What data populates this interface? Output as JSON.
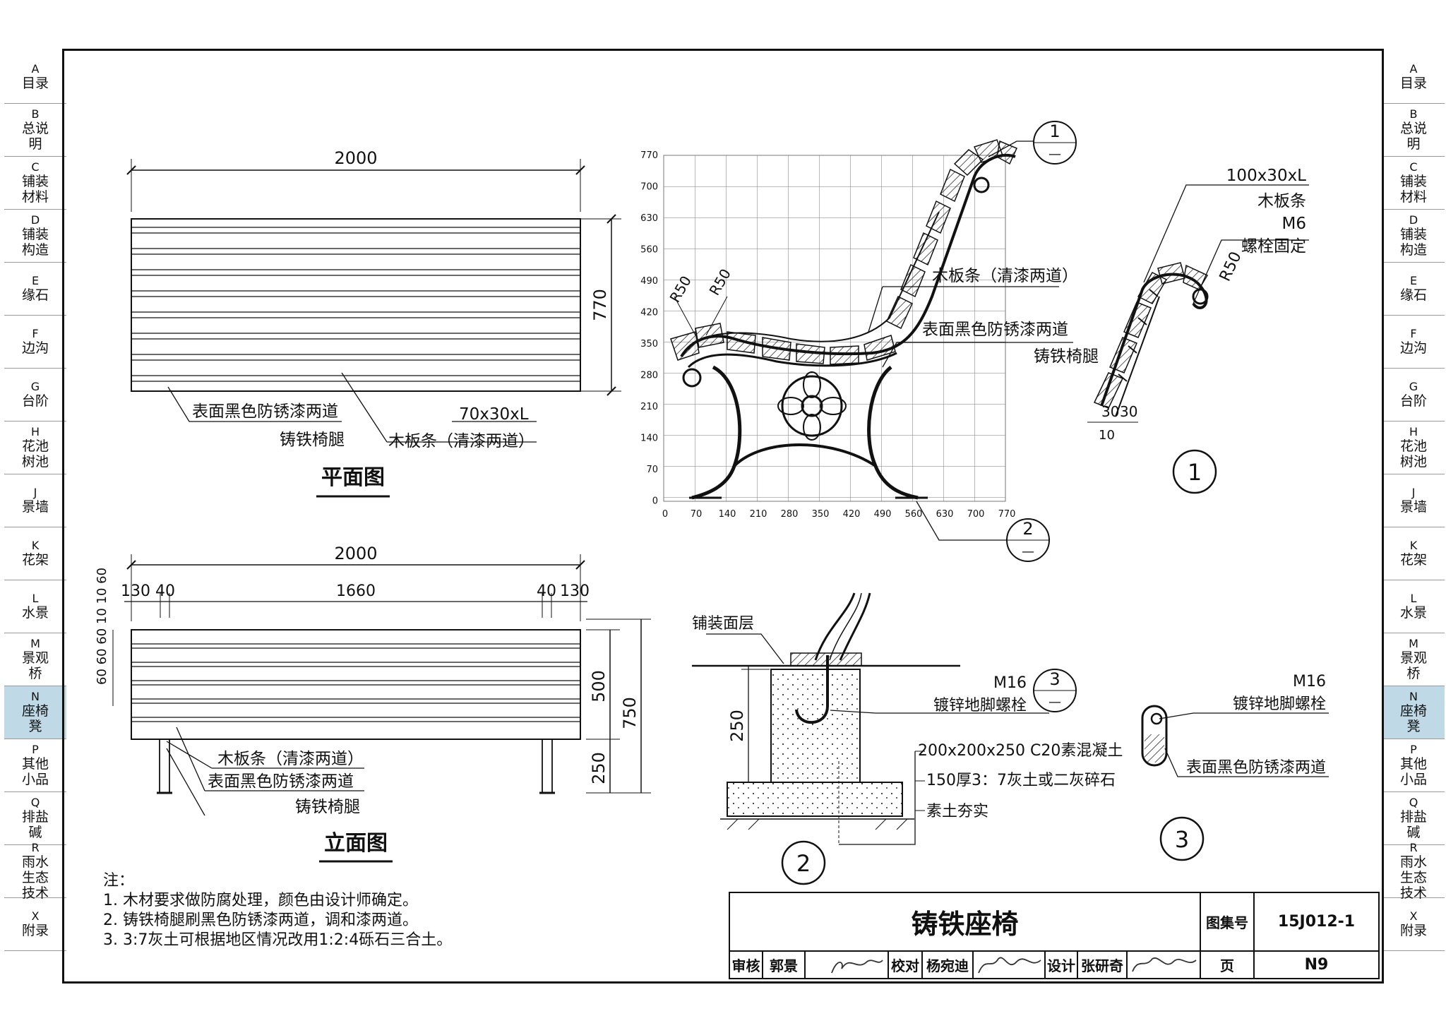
{
  "nav": {
    "left": [
      {
        "code": "A",
        "label": "目录"
      },
      {
        "code": "B",
        "label": "总说明"
      },
      {
        "code": "C",
        "label": "铺装材料"
      },
      {
        "code": "D",
        "label": "铺装构造"
      },
      {
        "code": "E",
        "label": "缘石"
      },
      {
        "code": "F",
        "label": "边沟"
      },
      {
        "code": "G",
        "label": "台阶"
      },
      {
        "code": "H",
        "label": "花池树池"
      },
      {
        "code": "J",
        "label": "景墙"
      },
      {
        "code": "K",
        "label": "花架"
      },
      {
        "code": "L",
        "label": "水景"
      },
      {
        "code": "M",
        "label": "景观桥"
      },
      {
        "code": "N",
        "label": "座椅凳"
      },
      {
        "code": "P",
        "label": "其他小品"
      },
      {
        "code": "Q",
        "label": "排盐碱"
      },
      {
        "code": "R",
        "label": "雨水生态技术"
      },
      {
        "code": "X",
        "label": "附录"
      }
    ],
    "active_code": "N",
    "active_color": "#bfd9e6"
  },
  "plan": {
    "title": "平面图",
    "dim_length": "2000",
    "dim_depth": "770",
    "label_paint": "表面黑色防锈漆两道",
    "label_leg": "铸铁椅腿",
    "label_slat_size": "70x30xL",
    "label_slat": "木板条（清漆两道）"
  },
  "elevation": {
    "title": "立面图",
    "dim_total": "2000",
    "dim_parts": [
      "130",
      "40",
      "1660",
      "40",
      "130"
    ],
    "dim_heights": [
      "500",
      "750",
      "250"
    ],
    "dim_slats": "60 60 60 10 10 60",
    "label_slat": "木板条（清漆两道）",
    "label_paint": "表面黑色防锈漆两道",
    "label_leg": "铸铁椅腿"
  },
  "section": {
    "y_ticks": [
      "770",
      "700",
      "630",
      "560",
      "490",
      "420",
      "350",
      "280",
      "210",
      "140",
      "70",
      "0"
    ],
    "x_ticks": [
      "0",
      "70",
      "140",
      "210",
      "280",
      "350",
      "420",
      "490",
      "560",
      "630",
      "700",
      "770"
    ],
    "radius_a": "R50",
    "radius_b": "R50",
    "label_slat": "木板条（清漆两道）",
    "label_paint": "表面黑色防锈漆两道",
    "label_leg": "铸铁椅腿",
    "callout_1": "1",
    "callout_2": "2",
    "callout_dash": "—"
  },
  "detail1": {
    "number": "1",
    "spec": "100x30xL",
    "slat": "木板条",
    "bolt": "M6",
    "fix": "螺栓固定",
    "radius": "R50",
    "dims": [
      "30",
      "30",
      "10"
    ]
  },
  "detail2": {
    "number": "2",
    "paving": "铺装面层",
    "bolt": "M16",
    "bolt_desc": "镀锌地脚螺栓",
    "concrete": "200x200x250 C20素混凝土",
    "base": "150厚3：7灰土或二灰碎石",
    "soil": "素土夯实",
    "dim": "250",
    "callout": "3"
  },
  "detail3": {
    "number": "3",
    "bolt": "M16",
    "bolt_desc": "镀锌地脚螺栓",
    "paint": "表面黑色防锈漆两道"
  },
  "notes": {
    "head": "注：",
    "items": [
      "1. 木材要求做防腐处理，颜色由设计师确定。",
      "2. 铸铁椅腿刷黑色防锈漆两道，调和漆两道。",
      "3. 3:7灰土可根据地区情况改用1:2:4砾石三合土。"
    ]
  },
  "title_block": {
    "drawing_name": "铸铁座椅",
    "atlas_label": "图集号",
    "atlas_no": "15J012-1",
    "review_label": "审核",
    "reviewer": "郭景",
    "check_label": "校对",
    "checker": "杨宛迪",
    "design_label": "设计",
    "designer": "张研奇",
    "page_label": "页",
    "page_no": "N9"
  }
}
